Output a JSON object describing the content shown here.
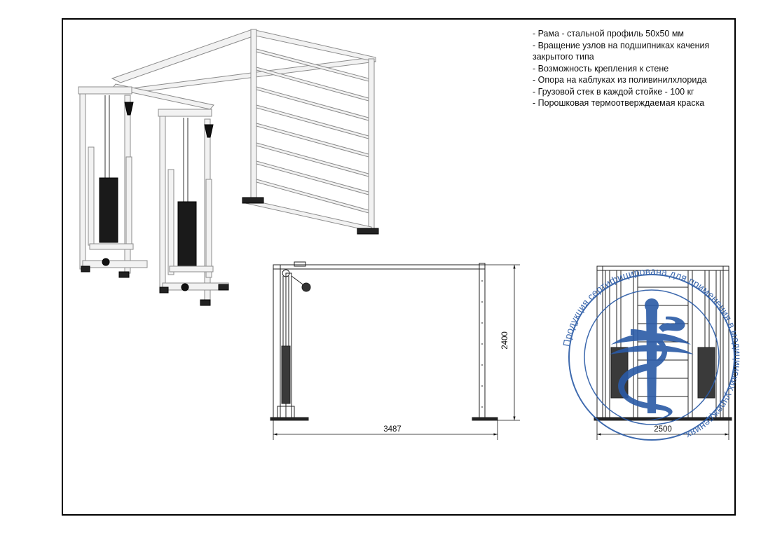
{
  "specs": [
    "- Рама - стальной профиль 50x50 мм",
    "- Вращение узлов на подшипниках качения закрытого типа",
    "- Возможность крепления к стене",
    "- Опора на каблуках из поливинилхлорида",
    "- Грузовой стек в каждой стойке - 100 кг",
    "- Порошковая термоотверждаемая краска"
  ],
  "dimensions": {
    "height": "2400",
    "width": "3487",
    "front_width": "2500"
  },
  "stamp": {
    "text": "Продукция сертифицирована для применения в медицинских учреждениях",
    "color": "#2a5aa6"
  }
}
